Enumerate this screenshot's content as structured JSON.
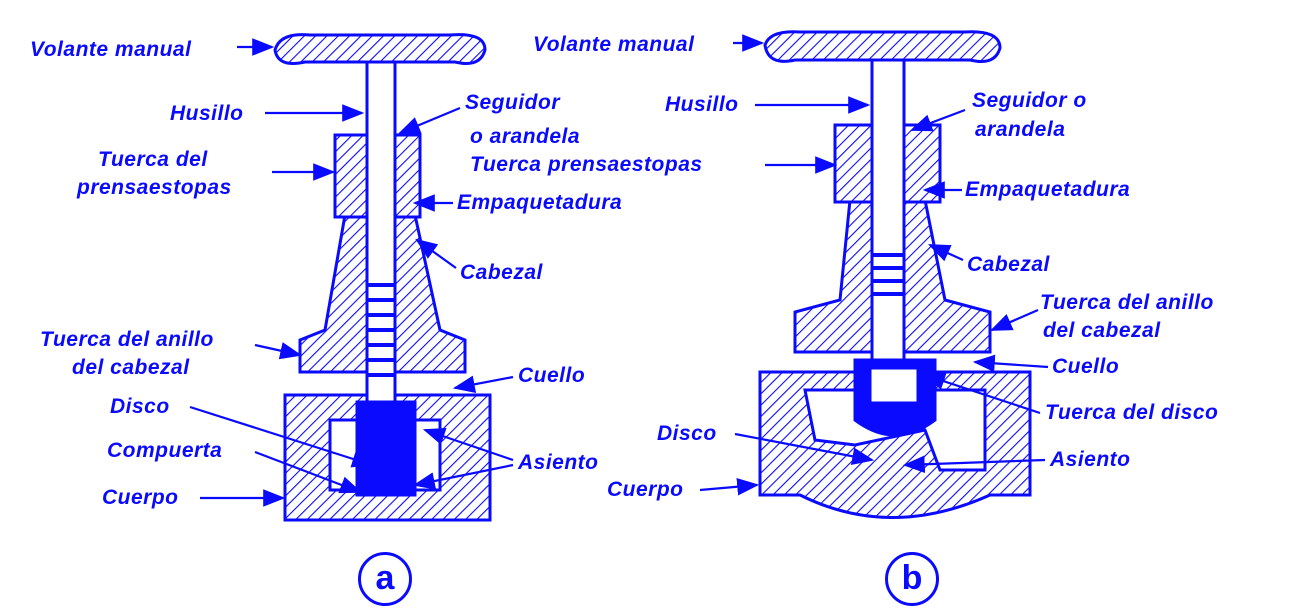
{
  "color": "#0a0aff",
  "valve_a": {
    "marker": "a",
    "labels": {
      "volante": "Volante manual",
      "husillo": "Husillo",
      "seguidor_1": "Seguidor",
      "seguidor_2": "o arandela",
      "tuerca_prensa_1": "Tuerca del",
      "tuerca_prensa_2": "prensaestopas",
      "empaquetadura": "Empaquetadura",
      "cabezal": "Cabezal",
      "tuerca_anillo_1": "Tuerca del anillo",
      "tuerca_anillo_2": "del cabezal",
      "cuello": "Cuello",
      "disco": "Disco",
      "compuerta": "Compuerta",
      "asiento": "Asiento",
      "cuerpo": "Cuerpo"
    }
  },
  "valve_b": {
    "marker": "b",
    "labels": {
      "volante": "Volante manual",
      "husillo": "Husillo",
      "seguidor_1": "Seguidor o",
      "seguidor_2": "arandela",
      "tuerca_prensa": "Tuerca prensaestopas",
      "empaquetadura": "Empaquetadura",
      "cabezal": "Cabezal",
      "tuerca_anillo_1": "Tuerca del anillo",
      "tuerca_anillo_2": "del cabezal",
      "cuello": "Cuello",
      "tuerca_disco": "Tuerca del disco",
      "disco": "Disco",
      "asiento": "Asiento",
      "cuerpo": "Cuerpo"
    }
  }
}
